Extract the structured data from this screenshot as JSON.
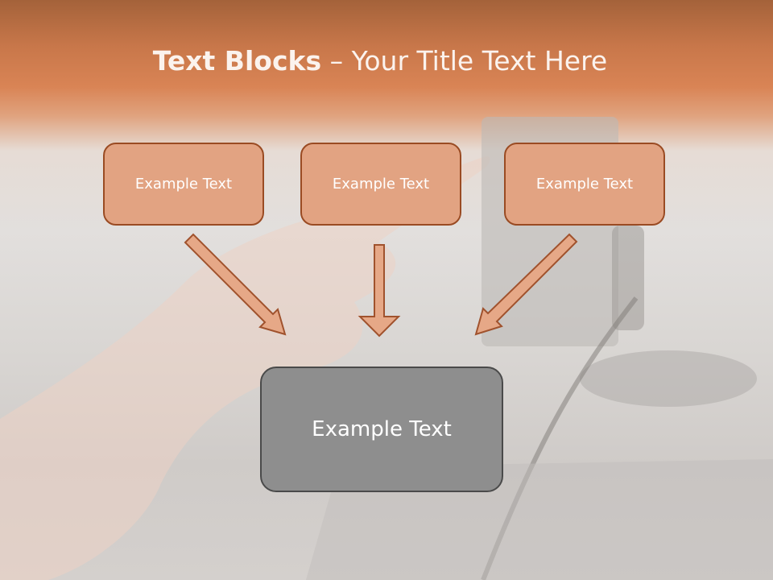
{
  "title": {
    "bold": "Text Blocks",
    "dash": " – ",
    "rest": "Your Title Text Here"
  },
  "boxes": {
    "top_left": "Example Text",
    "top_center": "Example Text",
    "top_right": "Example Text",
    "bottom": "Example Text"
  },
  "colors": {
    "header": "#d98455",
    "box_fill": "#e2a382",
    "box_border": "#9a4b23",
    "arrow_fill": "#e6a887",
    "bottom_box_fill": "#8e8e8e",
    "bottom_box_border": "#4a4a4a"
  }
}
